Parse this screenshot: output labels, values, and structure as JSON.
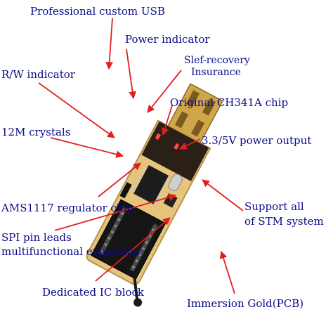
{
  "labels": {
    "professional_usb": "Professional custom USB",
    "power_indicator": "Power indicator",
    "self_recovery_1": "Slef-recovery",
    "self_recovery_2": "Insurance",
    "rw_indicator": "R/W indicator",
    "original_chip": "Original CH341A chip",
    "crystals": "12M crystals",
    "power_output": "3.3/5V power output",
    "regulator": "AMS1117 regulator chip",
    "support_1": "Support all",
    "support_2": "of STM system",
    "spi_1": "SPI pin leads",
    "spi_2": "multifunctional expansion",
    "ic_block": "Dedicated IC block",
    "immersion_gold": "Immersion Gold(PCB)"
  },
  "colors": {
    "label_text": "#0a0a8a",
    "arrow": "#e02020",
    "pcb": "#e7c47c",
    "usb_gold": "#cfa64a",
    "socket": "#151515"
  }
}
